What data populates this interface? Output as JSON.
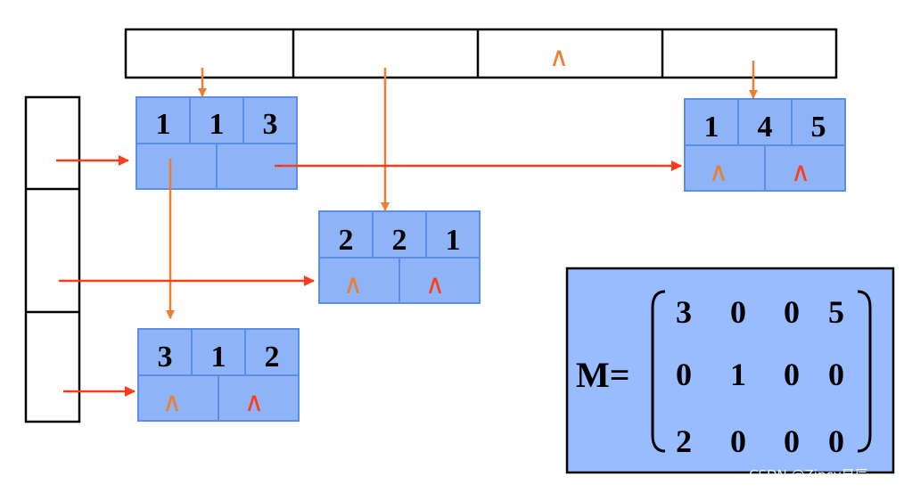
{
  "colhead": {
    "cells": [
      "",
      "",
      "∧",
      ""
    ]
  },
  "rowhead": {
    "cells": [
      "",
      "",
      ""
    ]
  },
  "nodes": [
    {
      "values": [
        "1",
        "1",
        "3"
      ],
      "right": "",
      "down": ""
    },
    {
      "values": [
        "1",
        "4",
        "5"
      ],
      "right": "∧",
      "down": "∧"
    },
    {
      "values": [
        "2",
        "2",
        "1"
      ],
      "right": "∧",
      "down": "∧"
    },
    {
      "values": [
        "3",
        "1",
        "2"
      ],
      "right": "∧",
      "down": "∧"
    }
  ],
  "matrix": {
    "label": "M=",
    "rows": [
      [
        "3",
        "0",
        "0",
        "5"
      ],
      [
        "0",
        "1",
        "0",
        "0"
      ],
      [
        "2",
        "0",
        "0",
        "0"
      ]
    ]
  },
  "colors": {
    "node_fill": "#8fb3f7",
    "node_border": "#5b8ee6",
    "arrow_orange": "#ed7d31",
    "arrow_red": "#ff3c1a",
    "matrix_fill": "#99bbff"
  },
  "watermark": "CSDN @Zincy星辰"
}
